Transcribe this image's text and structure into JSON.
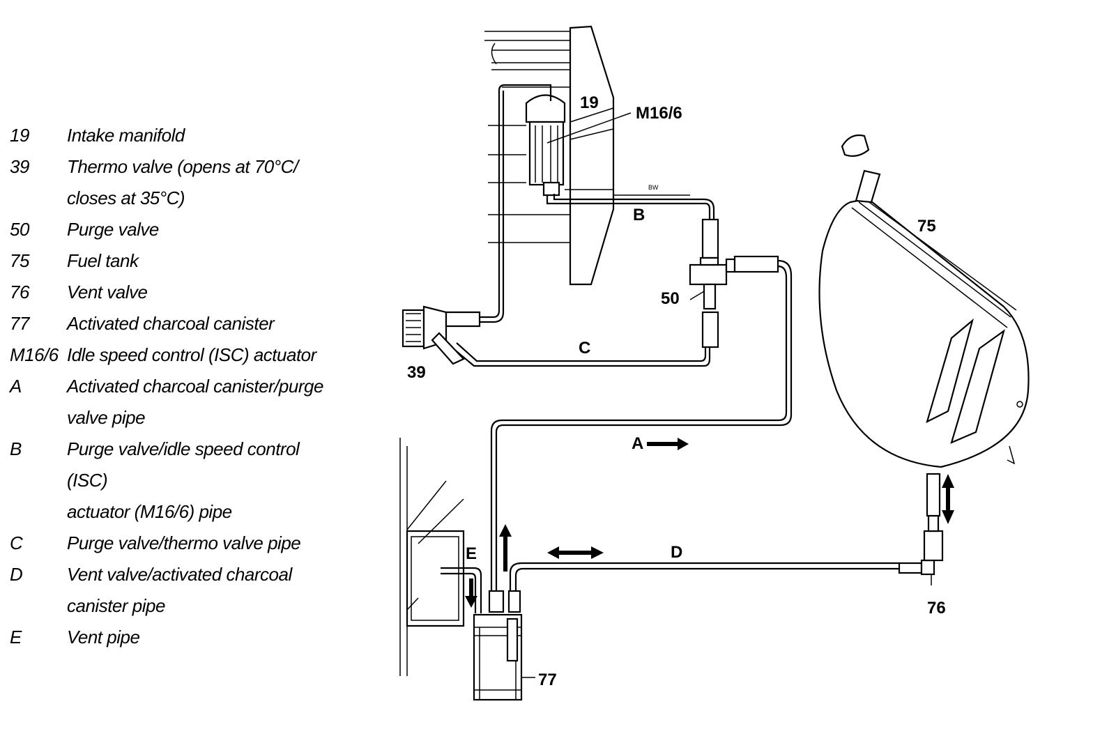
{
  "legend": [
    {
      "key": "19",
      "desc": "Intake manifold"
    },
    {
      "key": "39",
      "desc": "Thermo valve (opens at 70°C/"
    },
    {
      "key": "",
      "desc": "closes at 35°C)"
    },
    {
      "key": "50",
      "desc": "Purge valve"
    },
    {
      "key": "75",
      "desc": "Fuel tank"
    },
    {
      "key": "76",
      "desc": "Vent valve"
    },
    {
      "key": "77",
      "desc": "Activated charcoal canister"
    },
    {
      "key": "M16/6",
      "desc": "Idle speed control (ISC) actuator"
    },
    {
      "key": "A",
      "desc": "Activated charcoal canister/purge"
    },
    {
      "key": "",
      "desc": "valve pipe"
    },
    {
      "key": "B",
      "desc": "Purge valve/idle speed control (ISC)"
    },
    {
      "key": "",
      "desc": "actuator (M16/6) pipe"
    },
    {
      "key": "C",
      "desc": "Purge valve/thermo valve pipe"
    },
    {
      "key": "D",
      "desc": "Vent valve/activated charcoal"
    },
    {
      "key": "",
      "desc": "canister pipe"
    },
    {
      "key": "E",
      "desc": "Vent pipe"
    }
  ],
  "labels": {
    "intake_manifold": "19",
    "isc_actuator": "M16/6",
    "wire_code": "BW",
    "pipe_b": "B",
    "purge_valve": "50",
    "pipe_c": "C",
    "thermo_valve": "39",
    "fuel_tank": "75",
    "pipe_a": "A",
    "pipe_e": "E",
    "pipe_d": "D",
    "vent_valve": "76",
    "canister": "77"
  }
}
